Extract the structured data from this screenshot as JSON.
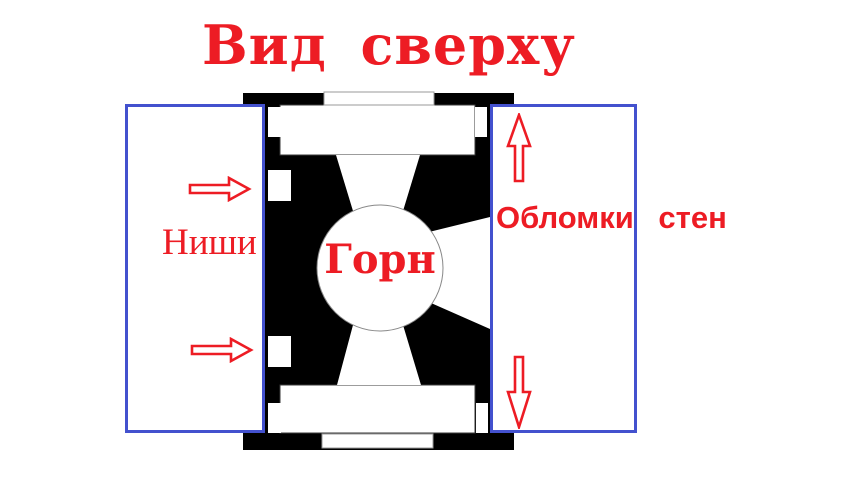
{
  "title": "Вид сверху",
  "diagram": {
    "kiln_label": "Горн",
    "left_panel": {
      "label": "Ниши",
      "arrow_icons": [
        "arrow-right-icon",
        "arrow-right-icon"
      ]
    },
    "right_panel": {
      "label": "Обломки стен",
      "arrow_icons": [
        "arrow-up-icon",
        "arrow-down-icon"
      ]
    }
  },
  "colors": {
    "annotation_red": "#ED1C24",
    "frame_blue": "#4351CE",
    "structure_black": "#000000",
    "hearth_outline_gray": "#888888"
  }
}
